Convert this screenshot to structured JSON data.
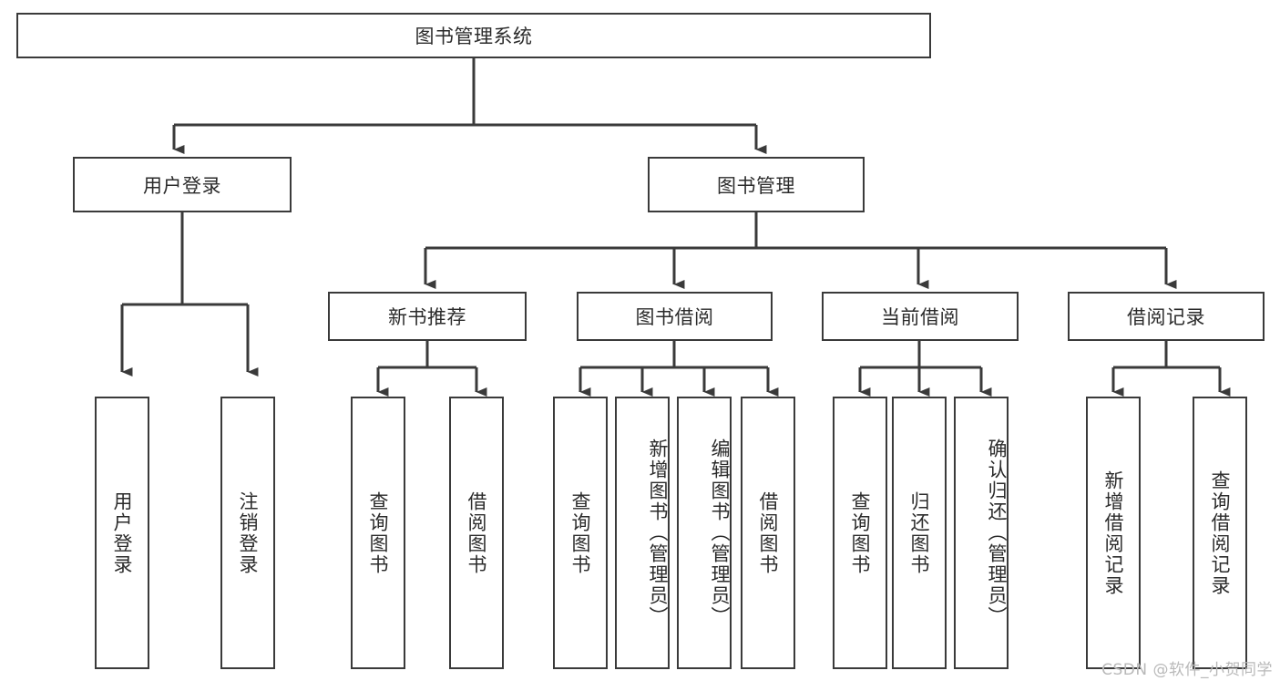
{
  "diagram": {
    "title": "图书管理系统",
    "type": "hierarchy-tree",
    "colors": {
      "box_border": "#3a3a3a",
      "box_fill": "#ffffff",
      "text": "#2b2b2b",
      "connector": "#3a3a3a",
      "watermark": "#b9b9b9"
    },
    "levels": [
      {
        "level": 1,
        "nodes": [
          {
            "id": "root",
            "label": "图书管理系统",
            "orientation": "horizontal"
          }
        ]
      },
      {
        "level": 2,
        "nodes": [
          {
            "id": "user-login",
            "label": "用户登录",
            "orientation": "horizontal",
            "parent": "root"
          },
          {
            "id": "book-manage",
            "label": "图书管理",
            "orientation": "horizontal",
            "parent": "root"
          }
        ]
      },
      {
        "level": 3,
        "nodes": [
          {
            "id": "new-book-rec",
            "label": "新书推荐",
            "orientation": "horizontal",
            "parent": "book-manage"
          },
          {
            "id": "book-borrow",
            "label": "图书借阅",
            "orientation": "horizontal",
            "parent": "book-manage"
          },
          {
            "id": "current-borrow",
            "label": "当前借阅",
            "orientation": "horizontal",
            "parent": "book-manage"
          },
          {
            "id": "borrow-record",
            "label": "借阅记录",
            "orientation": "horizontal",
            "parent": "book-manage"
          }
        ]
      },
      {
        "level": 4,
        "nodes": [
          {
            "id": "leaf-user-login",
            "label": "用户登录",
            "orientation": "vertical",
            "parent": "user-login"
          },
          {
            "id": "leaf-logout",
            "label": "注销登录",
            "orientation": "vertical",
            "parent": "user-login"
          },
          {
            "id": "leaf-query-book-1",
            "label": "查询图书",
            "orientation": "vertical",
            "parent": "new-book-rec"
          },
          {
            "id": "leaf-borrow-book-1",
            "label": "借阅图书",
            "orientation": "vertical",
            "parent": "new-book-rec"
          },
          {
            "id": "leaf-query-book-2",
            "label": "查询图书",
            "orientation": "vertical",
            "parent": "book-borrow"
          },
          {
            "id": "leaf-add-book",
            "label": "新增图书（管理员）",
            "orientation": "vertical",
            "parent": "book-borrow"
          },
          {
            "id": "leaf-edit-book",
            "label": "编辑图书（管理员）",
            "orientation": "vertical",
            "parent": "book-borrow"
          },
          {
            "id": "leaf-borrow-book-2",
            "label": "借阅图书",
            "orientation": "vertical",
            "parent": "book-borrow"
          },
          {
            "id": "leaf-query-book-3",
            "label": "查询图书",
            "orientation": "vertical",
            "parent": "current-borrow"
          },
          {
            "id": "leaf-return-book",
            "label": "归还图书",
            "orientation": "vertical",
            "parent": "current-borrow"
          },
          {
            "id": "leaf-confirm-return",
            "label": "确认归还（管理员）",
            "orientation": "vertical",
            "parent": "current-borrow"
          },
          {
            "id": "leaf-add-record",
            "label": "新增借阅记录",
            "orientation": "vertical",
            "parent": "borrow-record"
          },
          {
            "id": "leaf-query-record",
            "label": "查询借阅记录",
            "orientation": "vertical",
            "parent": "borrow-record"
          }
        ]
      }
    ]
  },
  "watermark": {
    "text": "CSDN @软件_小贺同学"
  }
}
